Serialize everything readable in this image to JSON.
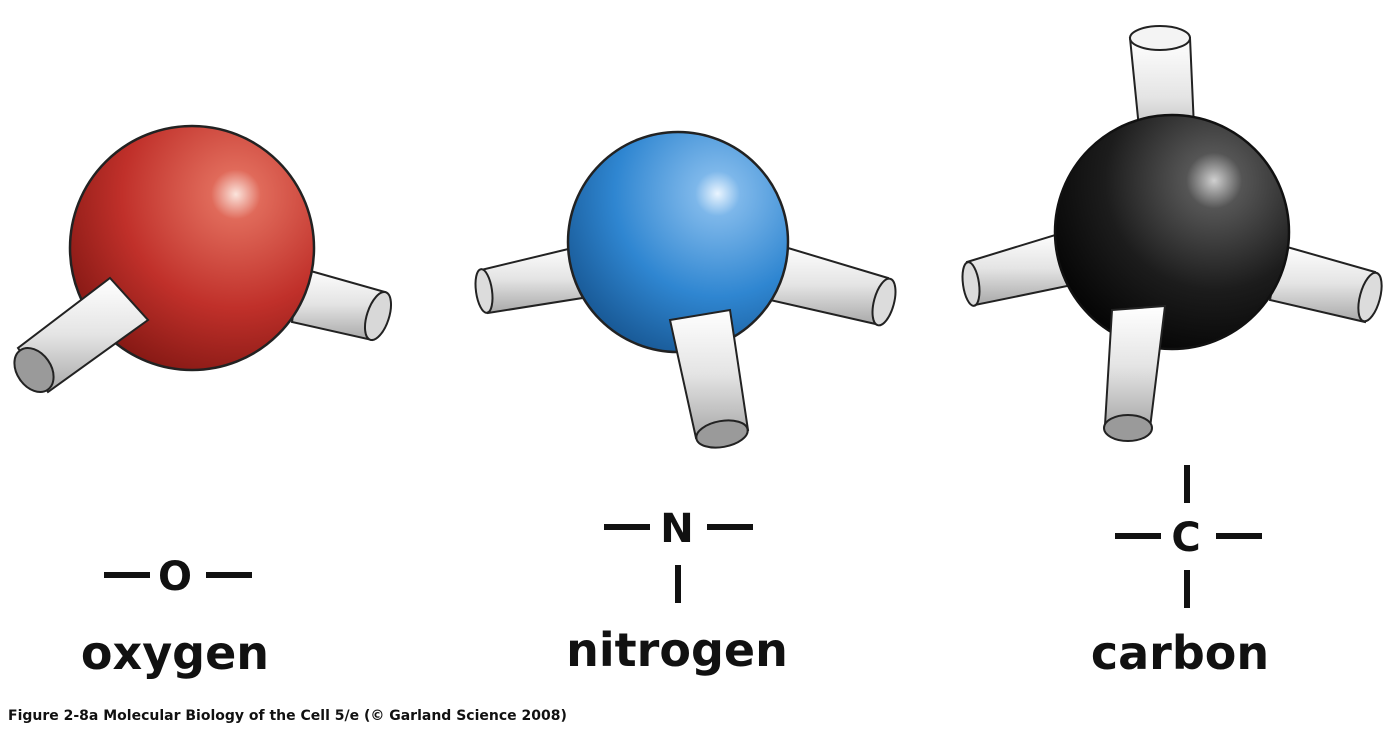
{
  "atoms": [
    {
      "name": "oxygen",
      "symbol": "O",
      "color": "#c0302a",
      "highlight": "#e8796c",
      "shade": "#7a1410"
    },
    {
      "name": "nitrogen",
      "symbol": "N",
      "color": "#2f86d1",
      "highlight": "#8fc3ee",
      "shade": "#14508a"
    },
    {
      "name": "carbon",
      "symbol": "C",
      "color": "#1a1a1a",
      "highlight": "#9a9a9a",
      "shade": "#000000"
    }
  ],
  "caption": "Figure 2-8a  Molecular Biology of the Cell 5/e (© Garland Science 2008)",
  "bond_color": "#e6e6e6"
}
